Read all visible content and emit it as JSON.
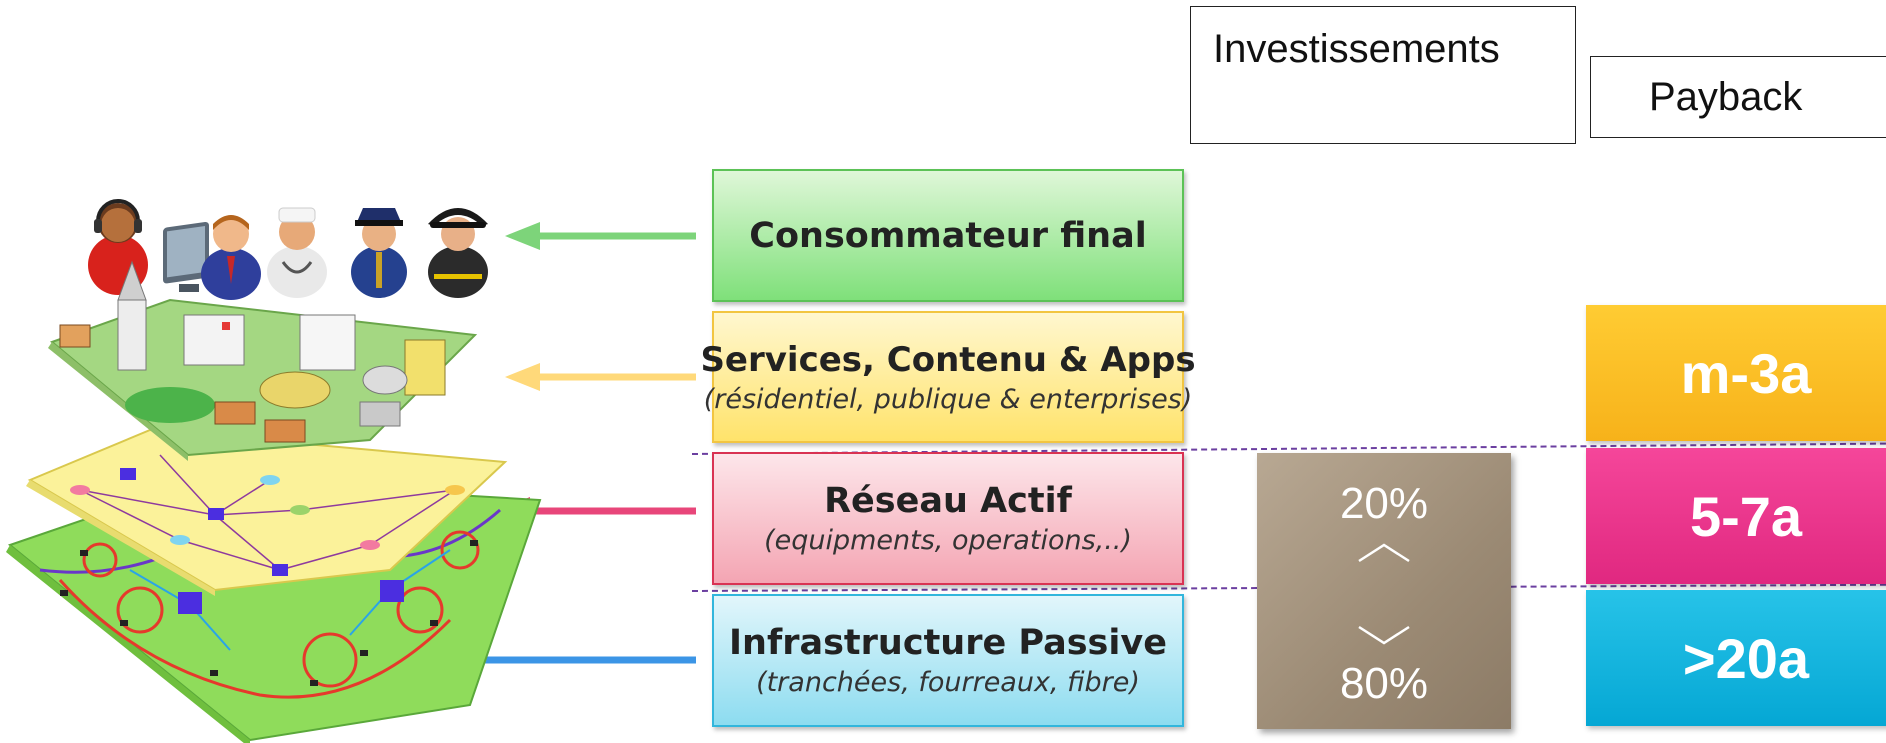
{
  "headers": {
    "investments": "Investissements",
    "payback": "Payback"
  },
  "layers": [
    {
      "id": "consumer",
      "title": "Consommateur final",
      "subtitle": ""
    },
    {
      "id": "services",
      "title": "Services, Contenu & Apps",
      "subtitle": "(résidentiel, publique & enterprises)"
    },
    {
      "id": "network",
      "title": "Réseau Actif",
      "subtitle": "(equipments, operations,..)"
    },
    {
      "id": "infra",
      "title": "Infrastructure Passive",
      "subtitle": "(tranchées, fourreaux, fibre)"
    }
  ],
  "investment_split": {
    "active_share": "20%",
    "passive_share": "80%"
  },
  "payback_periods": [
    {
      "layer": "services",
      "value": "m-3a",
      "color": "#f9b91f"
    },
    {
      "layer": "network",
      "value": "5-7a",
      "color": "#ea3590"
    },
    {
      "layer": "infra",
      "value": ">20a",
      "color": "#0cb2dc"
    }
  ],
  "arrow_colors": {
    "consumer": "#7dd47a",
    "services": "#ffd97a",
    "network": "#e8467a",
    "infra": "#3b95e6"
  },
  "icons": [
    "headset-user-icon",
    "computer-user-icon",
    "doctor-icon",
    "police-officer-icon",
    "firefighter-icon",
    "city-layer-icon",
    "network-layer-icon",
    "infrastructure-layer-icon"
  ]
}
